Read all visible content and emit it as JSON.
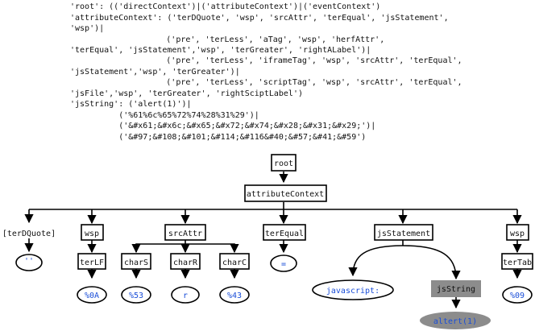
{
  "grammar": {
    "lines": [
      "'root': (('directContext')|('attributeContext')|('eventContext')",
      "'attributeContext': ('terDQuote', 'wsp', 'srcAttr', 'terEqual', 'jsStatement',",
      "'wsp')|",
      "              ('pre', 'terLess', 'aTag', 'wsp', 'herfAttr',",
      "'terEqual', 'jsStatement','wsp', 'terGreater', 'rightALabel')|",
      "              ('pre', 'terLess', 'iframeTag', 'wsp', 'srcAttr', 'terEqual',",
      "'jsStatement','wsp', 'terGreater')|",
      "              ('pre', 'terLess', 'scriptTag', 'wsp', 'srcAttr', 'terEqual',",
      "'jsFile','wsp', 'terGreater', 'rightSciptLabel')",
      "'jsString': ('alert(1)')|",
      "          ('%61%6c%65%72%74%28%31%29')|",
      "          ('&#x61;&#x6c;&#x65;&#x72;&#x74;&#x28;&#x31;&#x29;')|",
      "          ('&#97;&#108;&#101;&#114;&#116&#40;&#57;&#41;&#59')"
    ]
  },
  "tree": {
    "root": "root",
    "attribute_context": "attributeContext",
    "ter_dquote": "[terDQuote]",
    "wsp_1": "wsp",
    "src_attr": "srcAttr",
    "ter_equal": "terEqual",
    "js_statement": "jsStatement",
    "wsp_2": "wsp",
    "ter_lf": "terLF",
    "char_s": "charS",
    "char_r": "charR",
    "char_c": "charC",
    "ter_tab": "terTab",
    "js_string": "jsString",
    "leaf_quote": "''",
    "leaf_0a": "%0A",
    "leaf_53": "%53",
    "leaf_r": "r",
    "leaf_43": "%43",
    "leaf_eq": "=",
    "leaf_javascript": "javascript:",
    "leaf_09": "%09",
    "leaf_alert": "altert(1)"
  },
  "colors": {
    "leaf_text": "#1a4ed8",
    "gray_node": "#8c8c8c"
  }
}
